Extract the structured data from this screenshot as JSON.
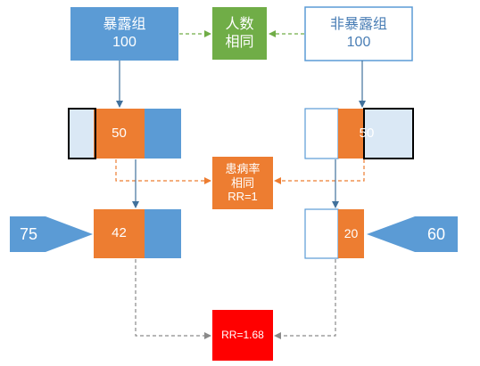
{
  "boxes": {
    "exposed_group": {
      "title": "暴露组",
      "count": "100"
    },
    "same_count": {
      "line1": "人数",
      "line2": "相同"
    },
    "unexposed_group": {
      "title": "非暴露组",
      "count": "100"
    },
    "left_split": {
      "value": "50"
    },
    "right_split": {
      "value": "50"
    },
    "same_incidence": {
      "line1": "患病率",
      "line2": "相同",
      "line3": "RR=1"
    },
    "left_result": {
      "value": "42"
    },
    "right_result": {
      "value": "20"
    },
    "left_arrow": {
      "value": "75"
    },
    "right_arrow": {
      "value": "60"
    },
    "final_rr": {
      "value": "RR=1.68"
    }
  },
  "colors": {
    "blue": "#5b9bd5",
    "blue_dark": "#41719c",
    "orange": "#ed7d31",
    "green": "#70ad47",
    "red": "#ff0000",
    "pale": "#dae8f5",
    "dash_orange": "#ed7d31",
    "dash_gray": "#a5a5a5",
    "white": "#ffffff",
    "black": "#000000"
  }
}
